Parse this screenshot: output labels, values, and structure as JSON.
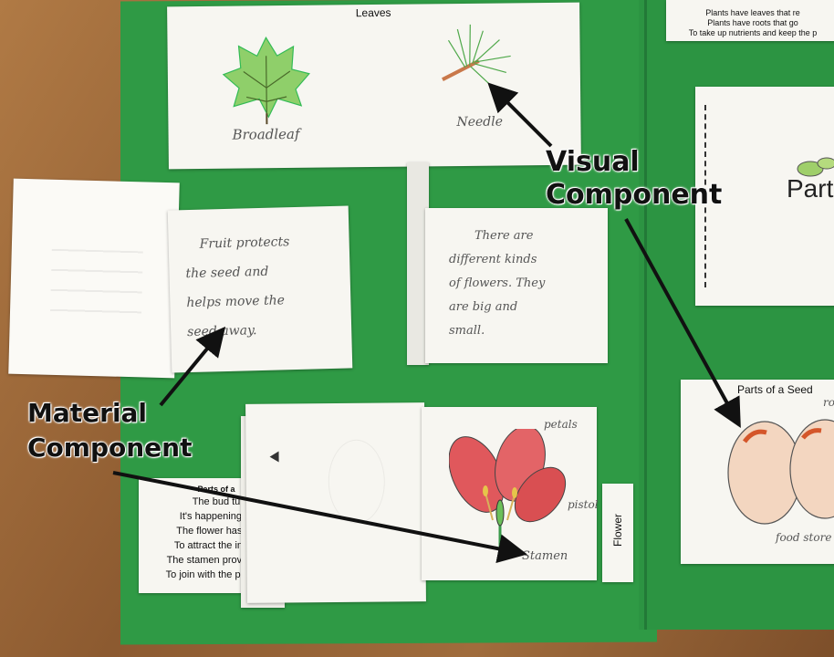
{
  "leaves_card": {
    "title": "Leaves",
    "broadleaf_label": "Broadleaf",
    "needle_label": "Needle"
  },
  "fruit_card": {
    "lines": [
      "Fruit protects",
      "the seed and",
      "helps move the",
      "seed away."
    ]
  },
  "flower_card": {
    "lines": [
      "There are",
      "different kinds",
      "of flowers. They",
      "are big and",
      "small."
    ]
  },
  "flower_booklet": {
    "tab_label": "Flower",
    "petals_label": "petals",
    "pistol_label": "pistol",
    "stamen_label": "Stamen"
  },
  "poem_card": {
    "title": "Parts of a",
    "lines": [
      "The bud tu",
      "It's happening th",
      "The flower has pe",
      "To attract the insec",
      "The stamen provides t",
      "To join with the pistol a"
    ]
  },
  "top_card": {
    "lines": [
      "Plants have leaves that re",
      "Plants have roots that go",
      "To take up nutrients and keep the p"
    ]
  },
  "parts_booklet": {
    "title": "Part"
  },
  "seed_card": {
    "title": "Parts of a Seed",
    "ro_label": "ro",
    "food_label": "food store"
  },
  "callouts": {
    "visual": [
      "Visual",
      "Component"
    ],
    "material": [
      "Material",
      "Component"
    ]
  },
  "colors": {
    "board_green": "#2f9a45",
    "paper_white": "#f7f6f1",
    "wood_brown": "#a06c3c",
    "flower_red": "#e0585c"
  }
}
